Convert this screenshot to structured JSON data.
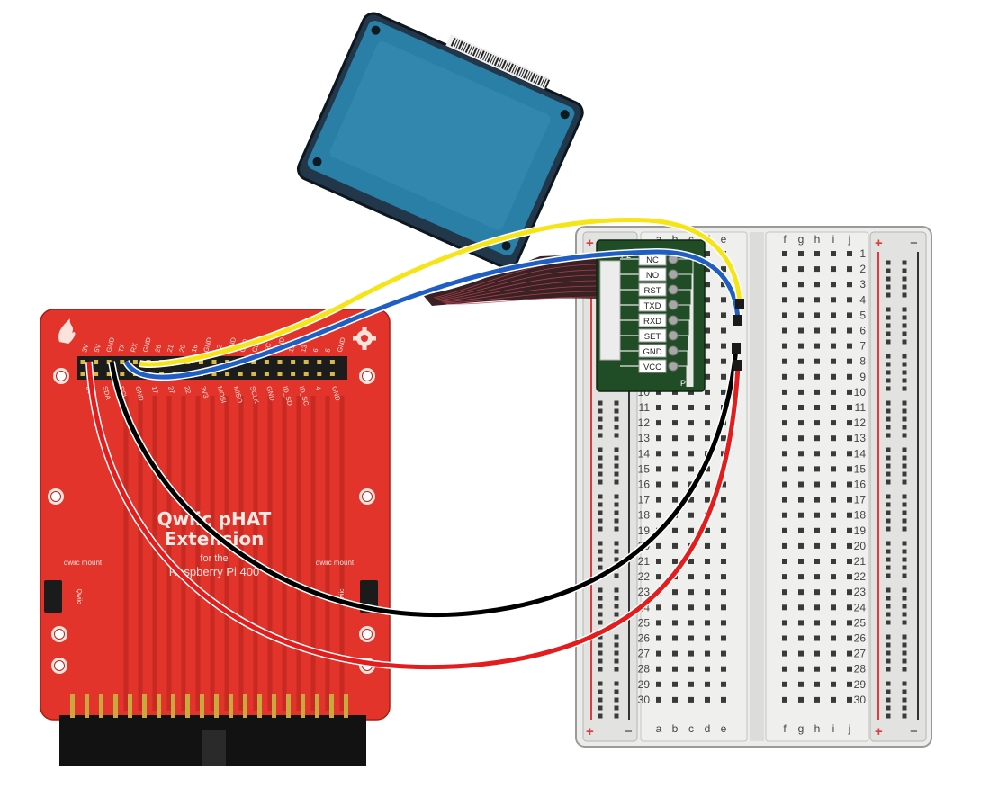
{
  "colors": {
    "pcb_red": "#e2342b",
    "pcb_dark_red": "#b8261f",
    "pcb_silk": "#fbe3dc",
    "breakout_green": "#214d26",
    "sensor_blue": "#2a7fa6",
    "wire_yellow": "#f5e416",
    "wire_blue": "#1f5fc4",
    "wire_black": "#000000",
    "wire_red": "#e31d1d",
    "ribbon": "#3a2224",
    "breadboard_body": "#ececea",
    "rail_red": "#e03a3a"
  },
  "pcb": {
    "title_line1": "Qwiic pHAT",
    "title_line2": "Extension",
    "subtitle_line1": "for the",
    "subtitle_line2": "Raspberry Pi 400",
    "mount_left": "qwiic mount",
    "mount_right": "qwiic mount",
    "qwiic_left": "Qwiic",
    "qwiic_right": "Qwiic",
    "top_pins": [
      "3V",
      "5V",
      "GND",
      "TX",
      "RX",
      "GND",
      "26",
      "21",
      "20",
      "16",
      "GND",
      "12",
      "GND",
      "CE0",
      "CE1",
      "SC",
      "GND",
      "19",
      "13",
      "6",
      "5",
      "GND"
    ],
    "bottom_pins": [
      "3V",
      "SDA",
      "SCL",
      "GND",
      "17",
      "27",
      "22",
      "3V3",
      "MOSI",
      "MISO",
      "SCLK",
      "GND",
      "ID_SD",
      "ID_SC",
      "4",
      "GND"
    ]
  },
  "breakout": {
    "header_top": "P2",
    "header_bottom": "P1",
    "pins": [
      "NC",
      "NO",
      "RST",
      "TXD",
      "RXD",
      "SET",
      "GND",
      "VCC"
    ]
  },
  "breadboard": {
    "rows": [
      "1",
      "2",
      "3",
      "4",
      "5",
      "6",
      "7",
      "8",
      "9",
      "10",
      "11",
      "12",
      "13",
      "14",
      "15",
      "16",
      "17",
      "18",
      "19",
      "20",
      "21",
      "22",
      "23",
      "24",
      "25",
      "26",
      "27",
      "28",
      "29",
      "30"
    ],
    "cols_left": [
      "a",
      "b",
      "c",
      "d",
      "e"
    ],
    "cols_right": [
      "f",
      "g",
      "h",
      "i",
      "j"
    ],
    "rail_plus": "+",
    "rail_minus": "−"
  },
  "wires": [
    "yellow",
    "blue",
    "black",
    "red"
  ]
}
